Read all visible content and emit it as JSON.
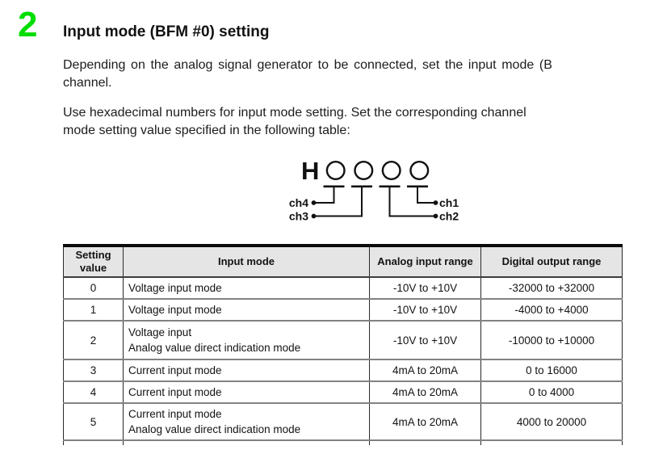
{
  "theme": {
    "accent_green": "#00dd00",
    "accent_style": "color:#00dd00",
    "text_color": "#1a1a1a",
    "table_header_bg": "#e5e5e5"
  },
  "section": {
    "number": "2",
    "heading": "Input mode (BFM #0) setting"
  },
  "paragraphs": {
    "p1_line1": "Depending on the analog signal generator to be connected, set the input mode (B",
    "p1_line2": "channel.",
    "p2_line1": "Use hexadecimal numbers for input mode setting. Set the corresponding channel",
    "p2_line2": "mode setting value specified in the following table:"
  },
  "diagram": {
    "hex_prefix": "H",
    "digit_count": 4,
    "channel_labels": {
      "ch1": "ch1",
      "ch2": "ch2",
      "ch3": "ch3",
      "ch4": "ch4"
    }
  },
  "table": {
    "headers": [
      "Setting value",
      "Input mode",
      "Analog input range",
      "Digital output range"
    ],
    "rows": [
      {
        "setting_value": "0",
        "input_mode": "Voltage input mode",
        "analog_input_range": "-10V to +10V",
        "digital_output_range": "-32000 to +32000"
      },
      {
        "setting_value": "1",
        "input_mode": "Voltage input mode",
        "analog_input_range": "-10V to +10V",
        "digital_output_range": "-4000 to +4000"
      },
      {
        "setting_value": "2",
        "input_mode": "Voltage input",
        "input_mode_line2": "Analog value direct indication mode",
        "analog_input_range": "-10V to +10V",
        "digital_output_range": "-10000 to +10000"
      },
      {
        "setting_value": "3",
        "input_mode": "Current input mode",
        "analog_input_range": "4mA to 20mA",
        "digital_output_range": "0 to 16000"
      },
      {
        "setting_value": "4",
        "input_mode": "Current input mode",
        "analog_input_range": "4mA to 20mA",
        "digital_output_range": "0 to 4000"
      },
      {
        "setting_value": "5",
        "input_mode": "Current input mode",
        "input_mode_line2": "Analog value direct indication mode",
        "analog_input_range": "4mA to 20mA",
        "digital_output_range": "4000 to 20000"
      }
    ]
  }
}
